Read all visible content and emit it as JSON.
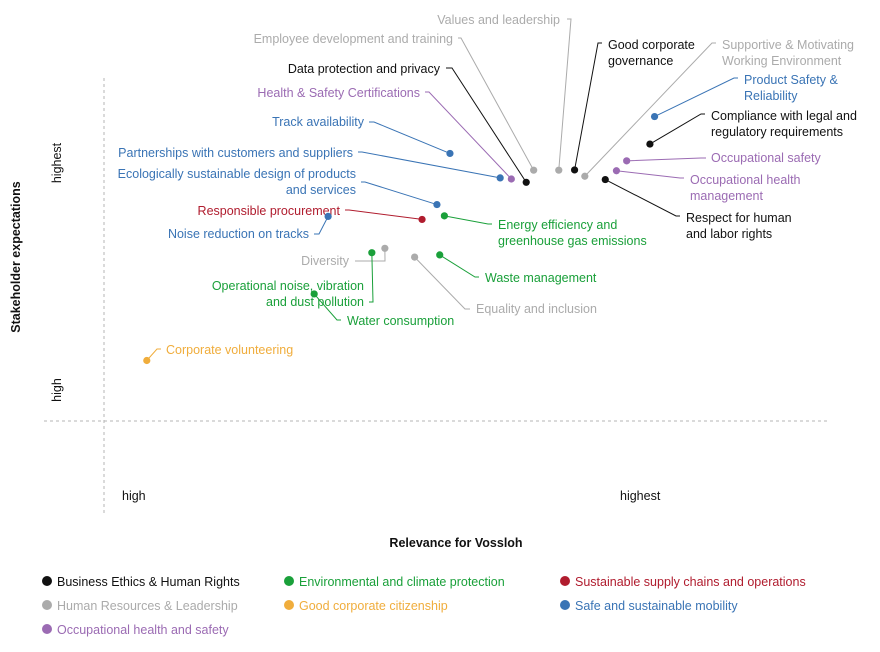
{
  "chart_data": {
    "type": "scatter",
    "xlabel": "Relevance for Vossloh",
    "ylabel": "Stakeholder expectations",
    "x_ticks": [
      "high",
      "highest"
    ],
    "y_ticks": [
      "high",
      "highest"
    ],
    "grid": false,
    "legend_position": "bottom",
    "categories": [
      {
        "key": "business",
        "name": "Business Ethics & Human Rights",
        "color": "#111111"
      },
      {
        "key": "env",
        "name": "Environmental and climate protection",
        "color": "#1aa03a"
      },
      {
        "key": "supply",
        "name": "Sustainable supply chains and operations",
        "color": "#b01c2e"
      },
      {
        "key": "hr",
        "name": "Human Resources & Leadership",
        "color": "#ababab"
      },
      {
        "key": "citizen",
        "name": "Good corporate citizenship",
        "color": "#f0ad3c"
      },
      {
        "key": "mobility",
        "name": "Safe and sustainable mobility",
        "color": "#3a74b5"
      },
      {
        "key": "ohs",
        "name": "Occupational health and safety",
        "color": "#9b6bb3"
      }
    ],
    "points": [
      {
        "label": "Values and leadership",
        "cat": "hr",
        "x": 4.89,
        "y": 9.12
      },
      {
        "label": "Employee development and training",
        "cat": "hr",
        "x": 4.62,
        "y": 9.12
      },
      {
        "label": "Good corporate governance",
        "cat": "business",
        "x": 5.06,
        "y": 9.13
      },
      {
        "label": "Supportive & Motivating Working Environment",
        "cat": "hr",
        "x": 5.17,
        "y": 8.9
      },
      {
        "label": "Data protection and privacy",
        "cat": "business",
        "x": 4.54,
        "y": 8.68
      },
      {
        "label": "Product Safety & Reliability",
        "cat": "mobility",
        "x": 5.92,
        "y": 11.07
      },
      {
        "label": "Health & Safety Certifications",
        "cat": "ohs",
        "x": 4.38,
        "y": 8.8
      },
      {
        "label": "Compliance with legal and regulatory requirements",
        "cat": "business",
        "x": 5.87,
        "y": 10.07
      },
      {
        "label": "Track availability",
        "cat": "mobility",
        "x": 3.72,
        "y": 9.73
      },
      {
        "label": "Occupational safety",
        "cat": "ohs",
        "x": 5.62,
        "y": 9.46
      },
      {
        "label": "Partnerships with customers and suppliers",
        "cat": "mobility",
        "x": 4.26,
        "y": 8.84
      },
      {
        "label": "Occupational health management",
        "cat": "ohs",
        "x": 5.51,
        "y": 9.1
      },
      {
        "label": "Ecologically sustainable design of products and services",
        "cat": "mobility",
        "x": 3.58,
        "y": 7.87
      },
      {
        "label": "Respect for human and labor rights",
        "cat": "business",
        "x": 5.39,
        "y": 8.78
      },
      {
        "label": "Responsible procurement",
        "cat": "supply",
        "x": 3.42,
        "y": 7.33
      },
      {
        "label": "Energy efficiency and greenhouse gas emissions",
        "cat": "env",
        "x": 3.66,
        "y": 7.46
      },
      {
        "label": "Noise reduction on tracks",
        "cat": "mobility",
        "x": 2.41,
        "y": 7.44
      },
      {
        "label": "Diversity",
        "cat": "hr",
        "x": 3.02,
        "y": 6.28
      },
      {
        "label": "Waste management",
        "cat": "env",
        "x": 3.61,
        "y": 6.04
      },
      {
        "label": "Operational noise, vibration and dust pollution",
        "cat": "env",
        "x": 2.88,
        "y": 6.12
      },
      {
        "label": "Equality and inclusion",
        "cat": "hr",
        "x": 3.34,
        "y": 5.96
      },
      {
        "label": "Water consumption",
        "cat": "env",
        "x": 2.26,
        "y": 4.62
      },
      {
        "label": "Corporate volunteering",
        "cat": "citizen",
        "x": 0.46,
        "y": 2.2
      }
    ]
  }
}
